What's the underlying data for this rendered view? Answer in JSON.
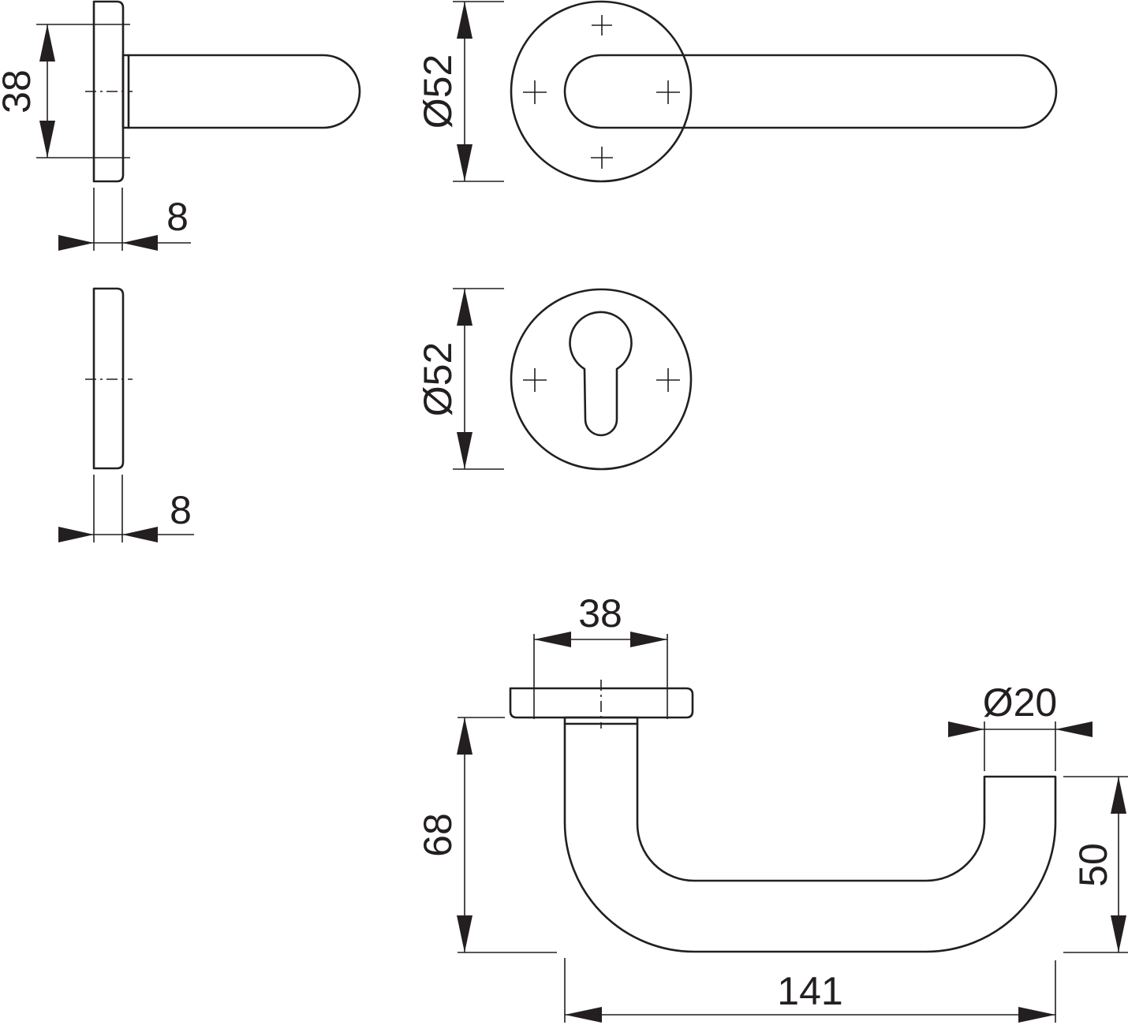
{
  "dimensions": {
    "rose_height": "38",
    "rose_thickness_top": "8",
    "escutcheon_thickness": "8",
    "rose_diameter": "Ø52",
    "escutcheon_diameter": "Ø52",
    "lever_rose_span": "38",
    "lever_diameter": "Ø20",
    "lever_height": "68",
    "lever_end_height": "50",
    "lever_length": "141"
  },
  "colors": {
    "ink": "#231f20",
    "background": "#ffffff"
  }
}
